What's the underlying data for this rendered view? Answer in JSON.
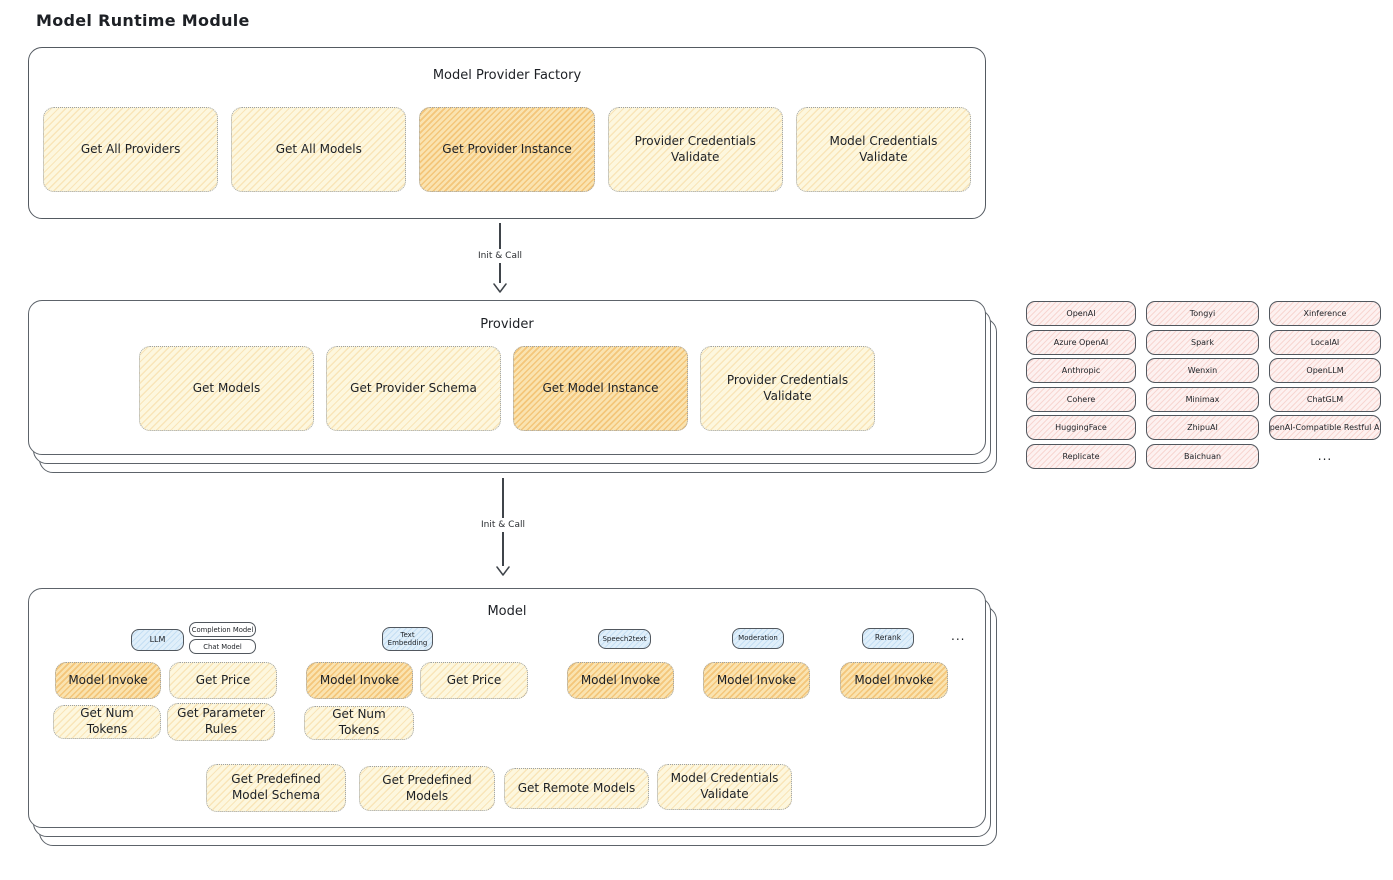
{
  "title": "Model Runtime Module",
  "arrows": {
    "first": "Init & Call",
    "second": "Init & Call"
  },
  "factory": {
    "title": "Model Provider Factory",
    "items": [
      {
        "label": "Get All Providers",
        "highlighted": false
      },
      {
        "label": "Get All Models",
        "highlighted": false
      },
      {
        "label": "Get Provider Instance",
        "highlighted": true
      },
      {
        "label": "Provider Credentials Validate",
        "highlighted": false
      },
      {
        "label": "Model Credentials Validate",
        "highlighted": false
      }
    ]
  },
  "provider": {
    "title": "Provider",
    "items": [
      {
        "label": "Get Models",
        "highlighted": false
      },
      {
        "label": "Get Provider Schema",
        "highlighted": false
      },
      {
        "label": "Get Model Instance",
        "highlighted": true
      },
      {
        "label": "Provider Credentials Validate",
        "highlighted": false
      }
    ]
  },
  "provider_list": {
    "items": [
      "OpenAI",
      "Tongyi",
      "Xinference",
      "Azure OpenAI",
      "Spark",
      "LocalAI",
      "Anthropic",
      "Wenxin",
      "OpenLLM",
      "Cohere",
      "Minimax",
      "ChatGLM",
      "HuggingFace",
      "ZhipuAI",
      "OpenAI-Compatible Restful API",
      "Replicate",
      "Baichuan"
    ],
    "more": "..."
  },
  "model": {
    "title": "Model",
    "tags": {
      "llm": "LLM",
      "completion_model": "Completion Model",
      "chat_model": "Chat Model",
      "text_embedding": "Text Embedding",
      "speech2text": "Speech2text",
      "moderation": "Moderation",
      "rerank": "Rerank",
      "more": "..."
    },
    "nodes": {
      "model_invoke": "Model Invoke",
      "get_price": "Get Price",
      "get_num_tokens": "Get Num Tokens",
      "get_parameter_rules": "Get Parameter Rules"
    },
    "bottom_items": [
      {
        "label": "Get Predefined Model Schema"
      },
      {
        "label": "Get Predefined Models"
      },
      {
        "label": "Get Remote Models"
      },
      {
        "label": "Model Credentials Validate"
      }
    ]
  },
  "colors": {
    "node_fill": "#fdf7de",
    "node_hatch": "#f2c879",
    "node_highlight_fill": "#fae3b0",
    "node_highlight_hatch": "#eeae4e",
    "provider_pill_fill": "#fdf0ef",
    "provider_pill_hatch": "#eeaaa0",
    "tag_fill": "#e0effa",
    "outline": "#4a4f55"
  }
}
